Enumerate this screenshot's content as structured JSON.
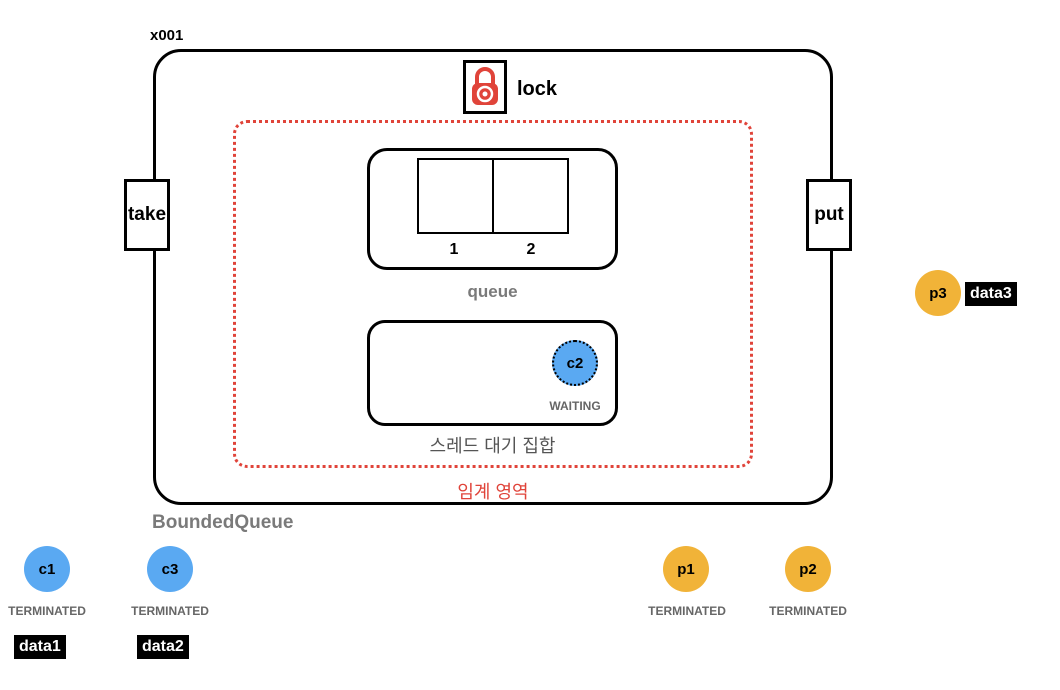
{
  "object_id": "x001",
  "class_name": "BoundedQueue",
  "lock": {
    "label": "lock",
    "icon": "lock-icon",
    "color": "#e0443a"
  },
  "methods": {
    "take": "take",
    "put": "put"
  },
  "critical_section": {
    "label": "임계 영역",
    "color": "#e0443a"
  },
  "queue": {
    "label": "queue",
    "slots": [
      "1",
      "2"
    ]
  },
  "wait_set": {
    "label": "스레드 대기 집합"
  },
  "colors": {
    "consumer": "#5aa9f2",
    "producer": "#f1b338"
  },
  "threads": {
    "c2": {
      "name": "c2",
      "state": "WAITING"
    },
    "c1": {
      "name": "c1",
      "state": "TERMINATED",
      "data": "data1"
    },
    "c3": {
      "name": "c3",
      "state": "TERMINATED",
      "data": "data2"
    },
    "p1": {
      "name": "p1",
      "state": "TERMINATED"
    },
    "p2": {
      "name": "p2",
      "state": "TERMINATED"
    },
    "p3": {
      "name": "p3",
      "data": "data3"
    }
  }
}
